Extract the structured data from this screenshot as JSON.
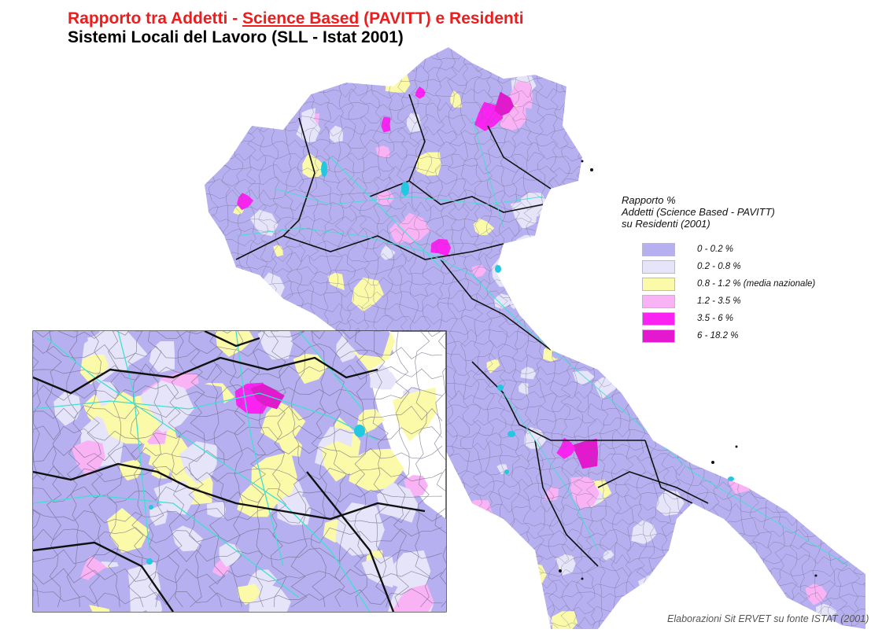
{
  "title": {
    "line1_prefix": "Rapporto tra Addetti - ",
    "line1_underlined": "Science Based",
    "line1_suffix": " (PAVITT) e Residenti",
    "line2": "Sistemi Locali del Lavoro (SLL - Istat 2001)"
  },
  "legend": {
    "title_lines": [
      "Rapporto %",
      "Addetti (Science Based - PAVITT)",
      "su Residenti (2001)"
    ],
    "classes": [
      {
        "label": "0 - 0.2 %",
        "color": "#b7b0f0"
      },
      {
        "label": "0.2 - 0.8 %",
        "color": "#e6e4f9"
      },
      {
        "label": "0.8 - 1.2 % (media nazionale)",
        "color": "#fbfaa9"
      },
      {
        "label": "1.2 - 3.5 %",
        "color": "#f9b3f5"
      },
      {
        "label": "3.5 - 6 %",
        "color": "#fb23f1"
      },
      {
        "label": "6 - 18.2 %",
        "color": "#e419cf"
      }
    ]
  },
  "credit": "Elaborazioni Sit ERVET su fonte ISTAT (2001)",
  "colors": {
    "boundary": "#6a6480",
    "region_border": "#111111",
    "roads": "#3ee0d0",
    "water": "#22c7e0"
  }
}
